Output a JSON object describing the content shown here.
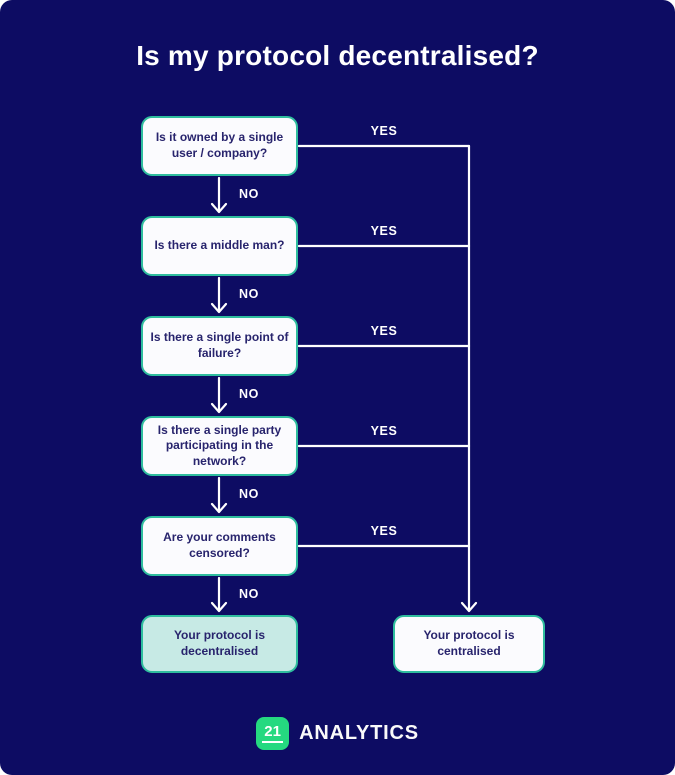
{
  "page": {
    "title": "Is my protocol decentralised?"
  },
  "flowchart": {
    "labels": {
      "yes": "YES",
      "no": "NO"
    },
    "questions": [
      {
        "label": "Is it owned by a single user / company?"
      },
      {
        "label": "Is there a middle man?"
      },
      {
        "label": "Is there a single point of failure?"
      },
      {
        "label": "Is there a single party participating in the network?"
      },
      {
        "label": "Are your comments censored?"
      }
    ],
    "results": {
      "decentralised": {
        "label": "Your protocol is decentralised"
      },
      "centralised": {
        "label": "Your protocol is centralised"
      }
    },
    "colors": {
      "background": "#0d0c63",
      "box_border": "#2fbd9e",
      "box_fill": "#fbfbfe",
      "decentralised_fill": "#c7eae5",
      "box_text": "#28246d",
      "connector": "#ffffff",
      "logo_green": "#25d980"
    }
  },
  "footer": {
    "logo_text": "21",
    "brand": "ANALYTICS"
  }
}
